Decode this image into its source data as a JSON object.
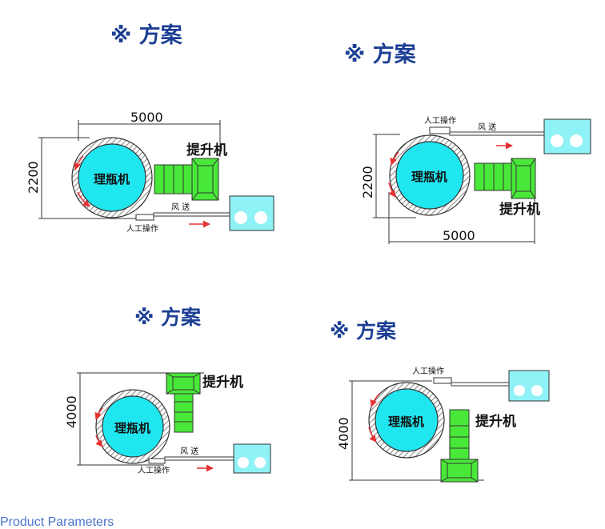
{
  "diagram_title": "※ 方案",
  "labels": {
    "sorter": "理瓶机",
    "elevator": "提升机",
    "manual": "人工操作",
    "air_conveyor": "风 送"
  },
  "dimensions": {
    "width_5000": "5000",
    "height_2200": "2200",
    "height_4000": "4000"
  },
  "footer_text": "Product Parameters",
  "colors": {
    "title": "#1c3f94",
    "sorter_fill": "#20e6f0",
    "elevator_fill": "#48e838",
    "box_fill": "#8ff2f6",
    "arrow": "#e63232"
  }
}
